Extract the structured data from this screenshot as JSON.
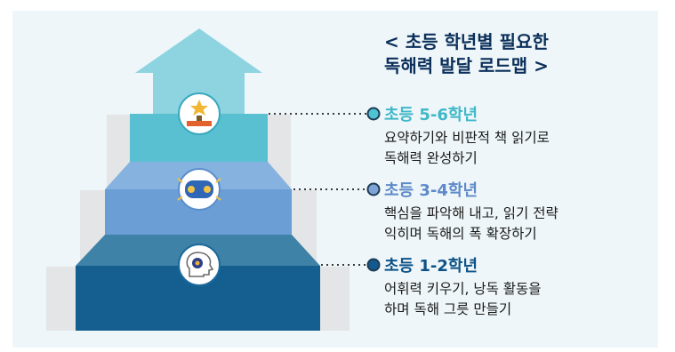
{
  "title": {
    "line1": "< 초등 학년별 필요한",
    "line2": "독해력 발달 로드맵 >"
  },
  "tiers": [
    {
      "heading": "초등 5-6학년",
      "desc_line1": "요약하기와 비판적 책 읽기로",
      "desc_line2": "독해력 완성하기",
      "heading_color": "#3fb8c8",
      "dot_color": "#4ec3d3",
      "icon": "trophy-icon"
    },
    {
      "heading": "초등 3-4학년",
      "desc_line1": "핵심을 파악해 내고, 읽기 전략",
      "desc_line2": "익히며 독해의 폭 확장하기",
      "heading_color": "#5f8ac9",
      "dot_color": "#7ea3d6",
      "icon": "brain-gears-icon"
    },
    {
      "heading": "초등 1-2학년",
      "desc_line1": "어휘력 키우기, 낭독 활동을",
      "desc_line2": "하며 독해 그릇 만들기",
      "heading_color": "#0d5287",
      "dot_color": "#125a8e",
      "icon": "head-brain-icon"
    }
  ]
}
